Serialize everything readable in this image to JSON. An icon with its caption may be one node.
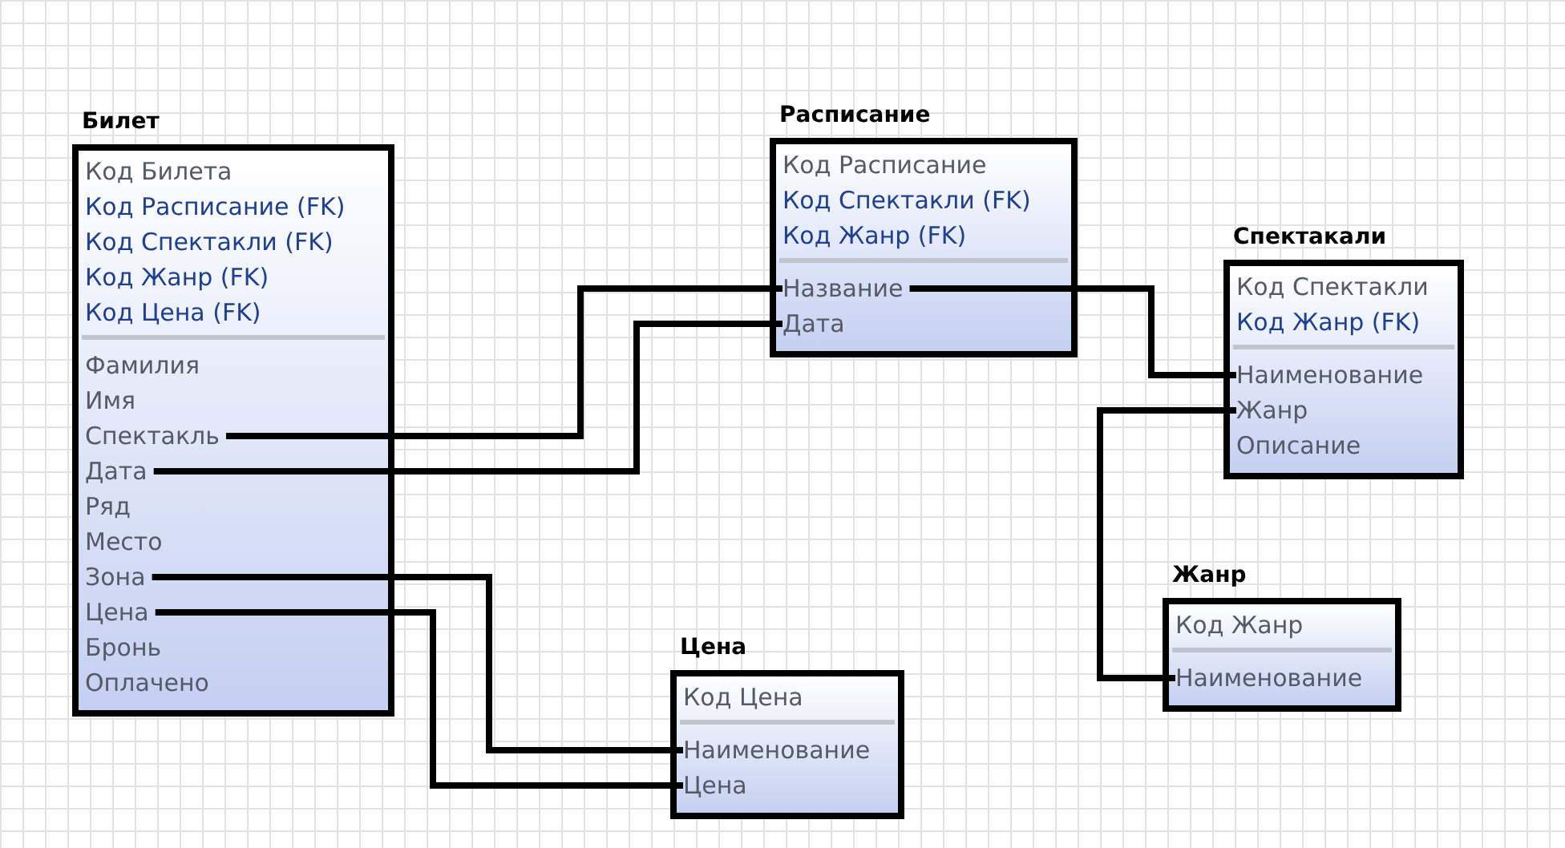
{
  "diagram": {
    "nodes": [
      {
        "text": [
          "Билет"
        ]
      },
      {
        "text": [
          "Код Билета"
        ],
        "in": 0
      },
      {
        "text": [
          "Код Расписание (FK)"
        ],
        "in": 0
      },
      {
        "text": [
          "Код Спектакли (FK)"
        ],
        "in": 0
      },
      {
        "text": [
          "Код Жанр (FK)"
        ],
        "in": 0
      },
      {
        "text": [
          "Код Цена (FK)"
        ],
        "in": 0
      },
      {
        "text": [
          "Фамилия"
        ],
        "in": 0
      },
      {
        "text": [
          "Имя"
        ],
        "in": 0
      },
      {
        "text": [
          "Спектакль"
        ],
        "in": 0
      },
      {
        "text": [
          "Дата"
        ],
        "in": 0
      },
      {
        "text": [
          "Ряд"
        ],
        "in": 0
      },
      {
        "text": [
          "Место"
        ],
        "in": 0
      },
      {
        "text": [
          "Зона"
        ],
        "in": 0
      },
      {
        "text": [
          "Цена"
        ],
        "in": 0
      },
      {
        "text": [
          "Бронь"
        ],
        "in": 0
      },
      {
        "text": [
          "Оплачено"
        ],
        "in": 0
      },
      {
        "text": [
          "Расписание"
        ]
      },
      {
        "text": [
          "Код Расписание"
        ],
        "in": 16
      },
      {
        "text": [
          "Код Спектакли (FK)"
        ],
        "in": 16
      },
      {
        "text": [
          "Код Жанр (FK)"
        ],
        "in": 16
      },
      {
        "text": [
          "Название"
        ],
        "in": 16
      },
      {
        "text": [
          "Дата"
        ],
        "in": 16
      },
      {
        "text": [
          "Спектакали"
        ]
      },
      {
        "text": [
          "Код Спектакли"
        ],
        "in": 22
      },
      {
        "text": [
          "Код Жанр (FK)"
        ],
        "in": 22
      },
      {
        "text": [
          "Наименование"
        ],
        "in": 22
      },
      {
        "text": [
          "Жанр"
        ],
        "in": 22
      },
      {
        "text": [
          "Описание"
        ],
        "in": 22
      },
      {
        "text": [
          "Жанр"
        ]
      },
      {
        "text": [
          "Код Жанр"
        ],
        "in": 28
      },
      {
        "text": [
          "Наименование"
        ],
        "in": 28
      },
      {
        "text": [
          "Цена"
        ]
      },
      {
        "text": [
          "Код Цена"
        ],
        "in": 31
      },
      {
        "text": [
          "Наименование"
        ],
        "in": 31
      },
      {
        "text": [
          "Цена"
        ],
        "in": 31
      }
    ],
    "edges": [
      {
        "from": 8,
        "to": 20,
        "arrow": "none"
      },
      {
        "from": 9,
        "to": 21,
        "arrow": "none"
      },
      {
        "from": 12,
        "to": 33,
        "arrow": "none"
      },
      {
        "from": 13,
        "to": 34,
        "arrow": "none"
      },
      {
        "from": 20,
        "to": 25,
        "arrow": "none"
      },
      {
        "from": 26,
        "to": 30,
        "arrow": "none"
      }
    ]
  }
}
